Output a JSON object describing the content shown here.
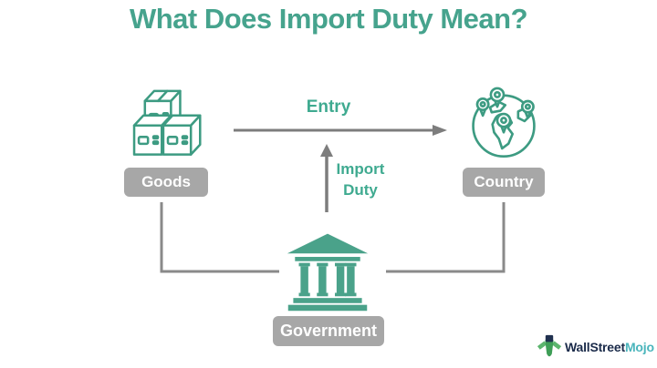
{
  "title": "What Does Import Duty Mean?",
  "nodes": {
    "goods": {
      "label": "Goods",
      "icon": "boxes-icon"
    },
    "country": {
      "label": "Country",
      "icon": "globe-pins-icon"
    },
    "government": {
      "label": "Government",
      "icon": "bank-building-icon"
    }
  },
  "arrows": {
    "entry": {
      "label": "Entry",
      "direction": "right"
    },
    "import_duty": {
      "label": "Import\nDuty",
      "direction": "up"
    }
  },
  "logo": {
    "brand_first": "WallStreet",
    "brand_second": "Mojo",
    "icon": "wallstreetmojo-mascot-icon"
  },
  "colors": {
    "teal_heading": "#46a38d",
    "teal_icon": "#3d9b82",
    "teal_arrow_text": "#3faa90",
    "label_gray": "#a7a7a7",
    "label_text": "#ffffff",
    "arrow_gray": "#7d7d7d",
    "connector_gray": "#8a8a8a",
    "government_fill": "#4aa28a",
    "logo_navy": "#1b2b4a",
    "logo_teal": "#4ab5bc"
  }
}
